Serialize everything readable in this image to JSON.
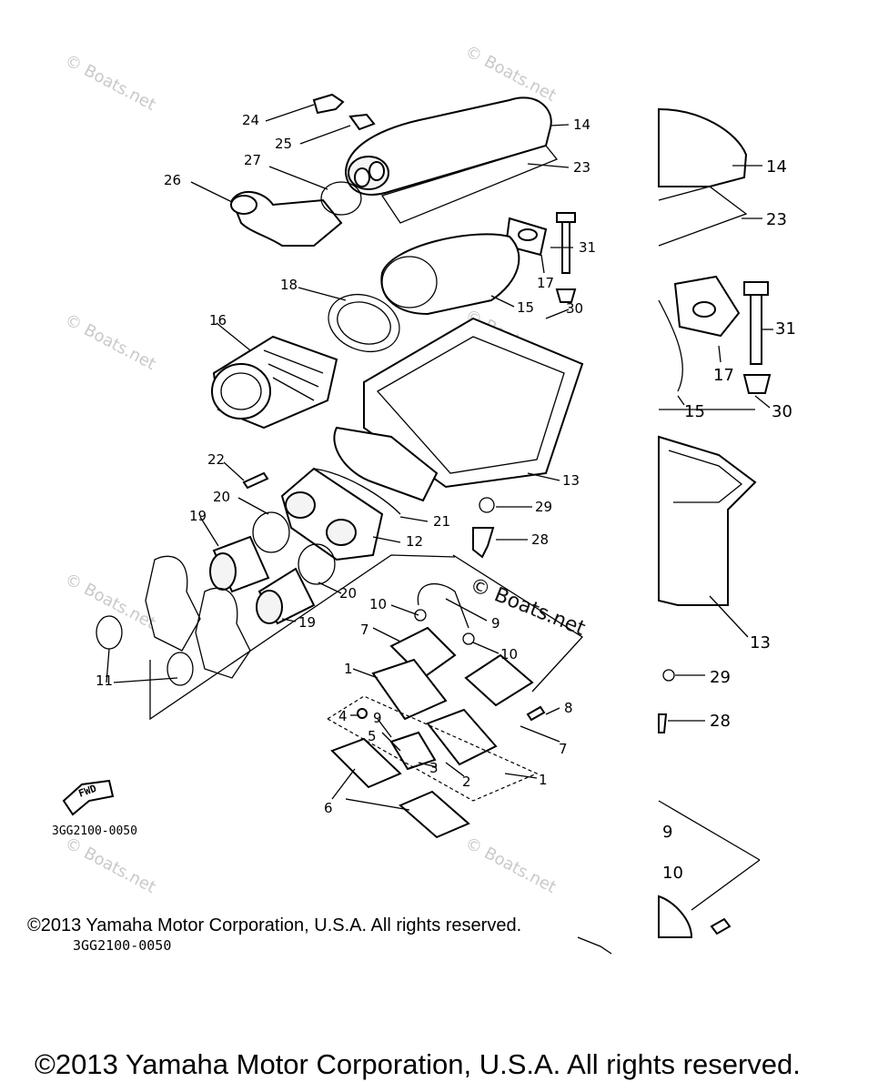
{
  "watermark": {
    "text": "© Boats.net",
    "strong_text": "© Boats.net"
  },
  "diagram": {
    "drawing_code": "3GG2100-0050",
    "fwd_label": "FWD",
    "callouts": {
      "c1a": "1",
      "c1b": "1",
      "c2": "2",
      "c3": "3",
      "c4": "4",
      "c5": "5",
      "c6": "6",
      "c7a": "7",
      "c7b": "7",
      "c8": "8",
      "c9a": "9",
      "c9b": "9",
      "c10a": "10",
      "c10b": "10",
      "c11": "11",
      "c12": "12",
      "c13": "13",
      "c14": "14",
      "c15": "15",
      "c16": "16",
      "c17": "17",
      "c18": "18",
      "c19a": "19",
      "c19b": "19",
      "c20a": "20",
      "c20b": "20",
      "c21": "21",
      "c22": "22",
      "c23": "23",
      "c24": "24",
      "c25": "25",
      "c26": "26",
      "c27": "27",
      "c28": "28",
      "c29": "29",
      "c30": "30",
      "c31": "31"
    },
    "zoom_callouts": {
      "z14": "14",
      "z23": "23",
      "z31": "31",
      "z17": "17",
      "z15": "15",
      "z30": "30",
      "z13": "13",
      "z29": "29",
      "z28": "28",
      "z9": "9",
      "z10": "10"
    }
  },
  "footer": {
    "copyright_small": "©2013 Yamaha Motor Corporation, U.S.A. All rights reserved.",
    "code_bottom": "3GG2100-0050",
    "copyright_large": "©2013 Yamaha Motor Corporation, U.S.A. All rights reserved."
  }
}
